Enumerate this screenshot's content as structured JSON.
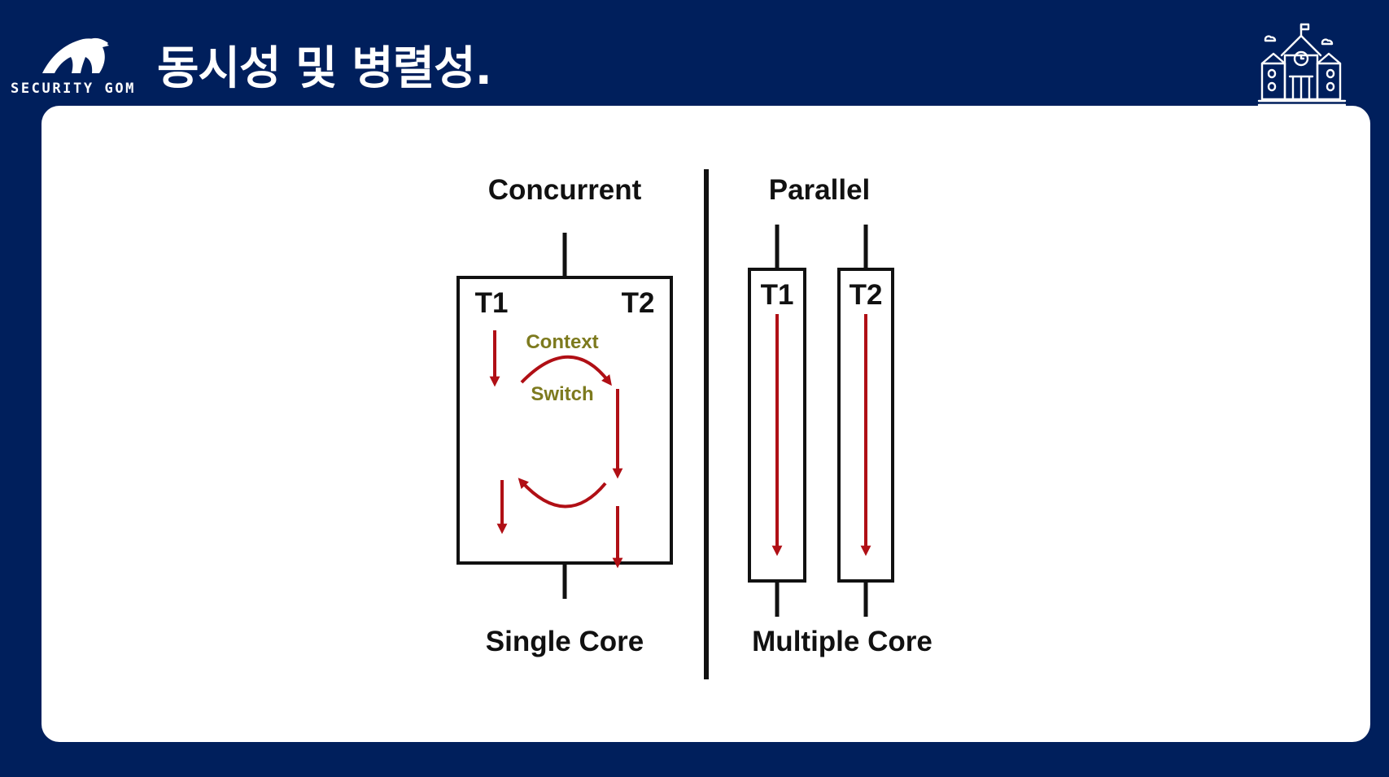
{
  "header": {
    "logo_text": "SECURITY GOM",
    "title": "동시성 및 병렬성."
  },
  "colors": {
    "background": "#001f5c",
    "card": "#ffffff",
    "arrow": "#b00f15",
    "switch_text": "#7d7a1e",
    "line": "#111111"
  },
  "icons": {
    "logo": "polar-bear-logo-icon",
    "top_right": "school-building-icon"
  },
  "diagram": {
    "concurrent": {
      "title": "Concurrent",
      "thread_1": "T1",
      "thread_2": "T2",
      "switch_label_1": "Context",
      "switch_label_2": "Switch",
      "caption": "Single Core"
    },
    "parallel": {
      "title": "Parallel",
      "thread_1": "T1",
      "thread_2": "T2",
      "caption": "Multiple Core"
    }
  }
}
